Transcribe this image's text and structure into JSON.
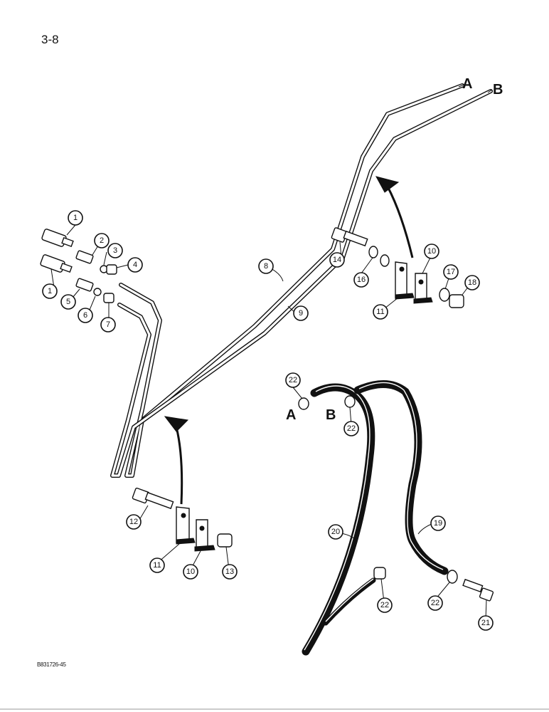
{
  "page": {
    "number": "3-8",
    "drawing_code": "B831726-45"
  },
  "end_labels": {
    "a": "A",
    "b": "B"
  },
  "callouts": {
    "c1a": "1",
    "c1b": "1",
    "c2": "2",
    "c3": "3",
    "c4": "4",
    "c5": "5",
    "c6": "6",
    "c7": "7",
    "c8": "8",
    "c9": "9",
    "c10a": "10",
    "c10b": "10",
    "c11a": "11",
    "c11b": "11",
    "c12": "12",
    "c13": "13",
    "c14": "14",
    "c16": "16",
    "c17": "17",
    "c18": "18",
    "c19": "19",
    "c20": "20",
    "c21": "21",
    "c22a": "22",
    "c22b": "22",
    "c22c": "22",
    "c22d": "22"
  },
  "icons": [
    "tube-assembly",
    "hose",
    "clamp",
    "bolt",
    "nut",
    "washer",
    "fitting",
    "arrow"
  ]
}
